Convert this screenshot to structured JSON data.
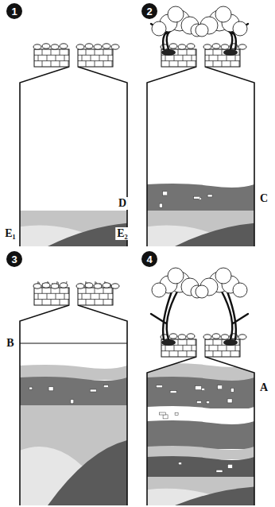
{
  "diagram": {
    "labels": [
      "1",
      "2",
      "3",
      "4",
      "E₁",
      "D",
      "E₂",
      "C",
      "B",
      "A"
    ]
  }
}
